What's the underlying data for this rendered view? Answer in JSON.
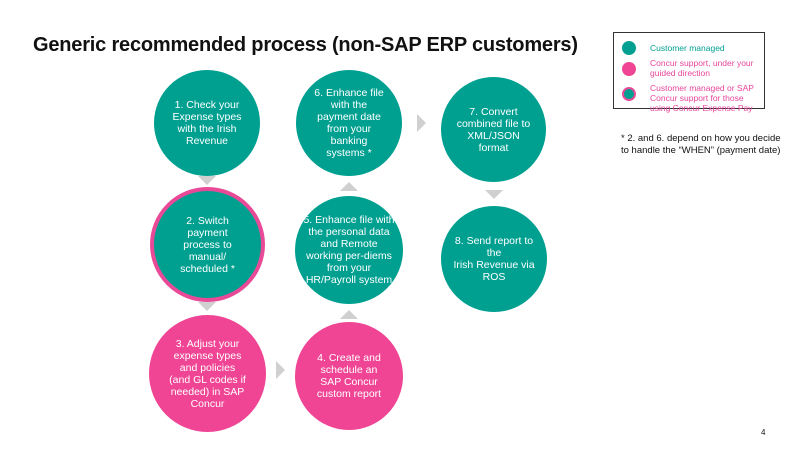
{
  "title": "Generic recommended process (non-SAP ERP customers)",
  "steps": [
    {
      "text": "1. Check your Expense types with the Irish Revenue",
      "owner": "Customer managed"
    },
    {
      "text": "2. Switch payment process to manual/ scheduled *",
      "owner": "Customer managed or SAP Concur support for those using Concur Expense Pay"
    },
    {
      "text": "3. Adjust your expense types and policies (and GL codes if needed) in SAP Concur",
      "owner": "Concur support, under your guided direction"
    },
    {
      "text": "4. Create and schedule an SAP Concur custom report",
      "owner": "Concur support, under your guided direction"
    },
    {
      "text": "5. Enhance file with the personal data and Remote working per-diems from your HR/Payroll system",
      "owner": "Customer managed"
    },
    {
      "text": "6. Enhance file with the payment date from your banking systems *",
      "owner": "Customer managed"
    },
    {
      "text": "7. Convert combined file to XML/JSON format",
      "owner": "Customer managed"
    },
    {
      "text": "8. Send report to the Irish Revenue via ROS",
      "owner": "Customer managed"
    }
  ],
  "legend": [
    {
      "label": "Customer managed",
      "color": "#00a091"
    },
    {
      "label": "Concur support, under your guided direction",
      "color": "#ef4594"
    },
    {
      "label": "Customer managed or SAP Concur support for those using Concur Expense Pay",
      "color": "#00a091",
      "ring": "#e84a98"
    }
  ],
  "note": "* 2. and 6. depend on how you decide to handle the “WHEN” (payment date)",
  "page_number": "4"
}
